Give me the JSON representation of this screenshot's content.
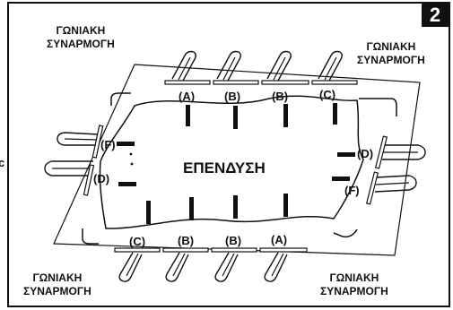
{
  "step_number": "2",
  "corner_labels": {
    "top_left": [
      "ΓΩΝΙΑΚΗ",
      "ΣΥΝΑΡΜΟΓΗ"
    ],
    "top_right": [
      "ΓΩΝΙΑΚΗ",
      "ΣΥΝΑΡΜΟΓΗ"
    ],
    "bottom_left": [
      "ΓΩΝΙΑΚΗ",
      "ΣΥΝΑΡΜΟΓΗ"
    ],
    "bottom_right": [
      "ΓΩΝΙΑΚΗ",
      "ΣΥΝΑΡΜΟΓΗ"
    ]
  },
  "cover_label": "ΕΠΕΝΔΥΣΗ",
  "top_labels": [
    "(A)",
    "(B)",
    "(B)",
    "(C)"
  ],
  "bottom_labels": [
    "(C)",
    "(B)",
    "(B)",
    "(A)"
  ],
  "left_labels": [
    "(F)",
    "(D)"
  ],
  "right_labels": [
    "(D)",
    "(F)"
  ],
  "edge_mark": "c"
}
